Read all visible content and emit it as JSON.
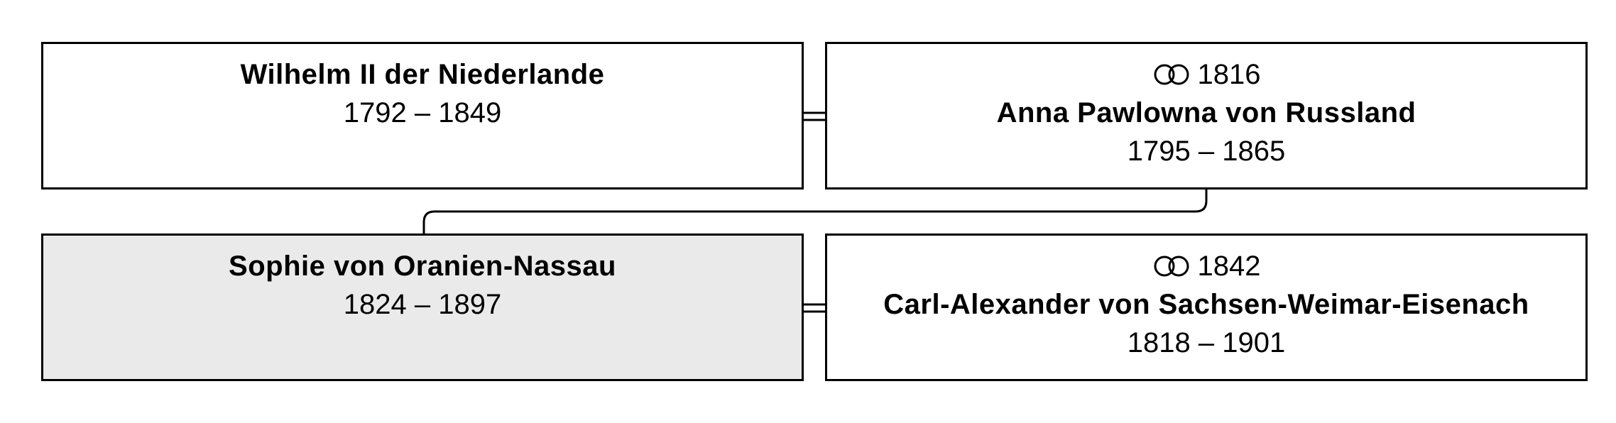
{
  "persons": {
    "father": {
      "name": "Wilhelm II der Niederlande",
      "dates": "1792 – 1849"
    },
    "mother": {
      "marriage_year": "1816",
      "name": "Anna Pawlowna von Russland",
      "dates": "1795 – 1865"
    },
    "subject": {
      "name": "Sophie von Oranien-Nassau",
      "dates": "1824 – 1897"
    },
    "spouse": {
      "marriage_year": "1842",
      "name": "Carl-Alexander von Sachsen-Weimar-Eisenach",
      "dates": "1818 – 1901"
    }
  },
  "icons": {
    "marriage": "marriage-rings-icon"
  },
  "colors": {
    "border": "#000000",
    "highlight_background": "#eaeaea",
    "background": "#ffffff"
  }
}
